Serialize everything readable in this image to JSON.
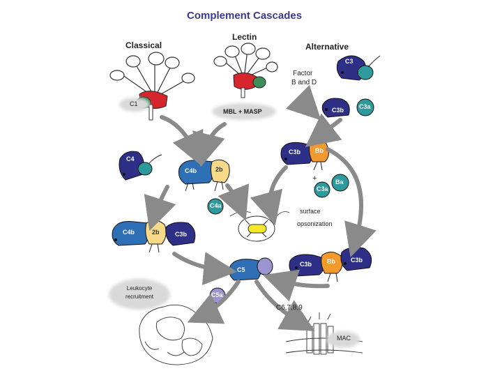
{
  "title": "Complement Cascades",
  "pathways": {
    "classical": "Classical",
    "lectin": "Lectin",
    "alternative": "Alternative"
  },
  "labels": {
    "c1": "C1",
    "mbl_masp": "MBL + MASP",
    "factor_b_and_d": [
      "Factor",
      "B and D"
    ],
    "c3_top": "C3",
    "c3b_top": "C3b",
    "c3a_top": "C3a",
    "c3b_alt": "C3b",
    "bb_alt": "Bb",
    "plus": "+",
    "ba": "Ba",
    "c3a_mid": "C3a",
    "c4": "C4",
    "c4b": "C4b",
    "c2b": "2b",
    "c4a": "C4a",
    "c4b_conv": "C4b",
    "c2b_conv": "2b",
    "c3b_conv": "C3b",
    "surface_opsonization": [
      "surface",
      "opsonization"
    ],
    "c5": "C5",
    "c3b_alt2": "C3b",
    "bb_alt2": "Bb",
    "c3b_alt3": "C3b",
    "leukocyte_recruitment": [
      "Leukocyte",
      "recruitment"
    ],
    "c5a": "C5a",
    "c6789": "C6,7,8,9",
    "mac": "MAC"
  },
  "colors": {
    "navy": "#2e2f86",
    "blue": "#2f6fb5",
    "teal": "#2d9a9b",
    "orange": "#f29a2e",
    "yellow": "#f7d98a",
    "lavender": "#9b95cf",
    "red": "#d4262c",
    "green": "#3e8f5a",
    "arrow": "#8a8a8a",
    "bubble": "#d9d9d9"
  }
}
